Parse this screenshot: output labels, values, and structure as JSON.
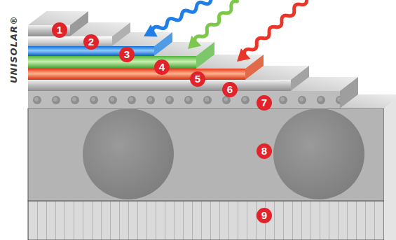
{
  "diagram": {
    "labels": [
      "1",
      "2",
      "3",
      "4",
      "5",
      "6",
      "7",
      "8",
      "9",
      "UNISOLAR®"
    ]
  }
}
